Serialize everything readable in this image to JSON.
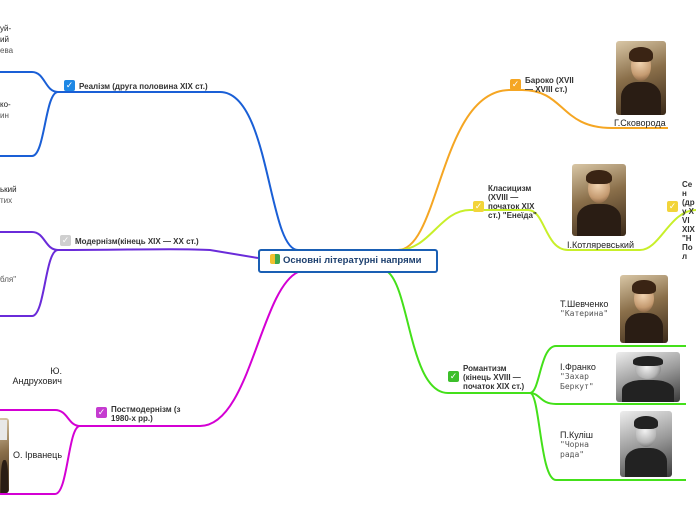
{
  "root": {
    "label": "Основні літературні напрями"
  },
  "branches": {
    "realism": {
      "label": "Реалізм (друга половина XIX ст.)",
      "color": "#1a5fd6"
    },
    "modernism": {
      "label": "Модернізм(кінець XIX — XX ст.)",
      "color": "#6a2bd9"
    },
    "postmodernism": {
      "label": "Постмодернізм (з 1980-х рр.)",
      "color": "#d400d4"
    },
    "baroque": {
      "label": "Бароко (XVII — XVIII ст.)",
      "color": "#f5a623"
    },
    "classicism": {
      "label": "Класицизм (XVIII — початок XIX ст.) \"Енеїда\"",
      "color": "#c8ef2a"
    },
    "romanticism": {
      "label": "Романтизм (кінець XVIII — початок XIX ст.)",
      "color": "#44e01a"
    },
    "sentimentalism": {
      "label": "Сен (дру XVI XIX \"Н Пол",
      "color": "#c8ef2a"
    }
  },
  "authors": {
    "skovoroda": {
      "name": "Г.Сковорода"
    },
    "kotliarevskyi": {
      "name": "І.Котляревський"
    },
    "shevchenko": {
      "name": "Т.Шевченко",
      "work": "\"Катерина\""
    },
    "franko": {
      "name": "І.Франко",
      "work": "\"Захар Беркут\""
    },
    "kulish": {
      "name": "П.Куліш",
      "work": "\"Чорна рада\""
    },
    "andrukhovych": {
      "name": "Ю. Андрухович"
    },
    "irvanets": {
      "name": "О. Ірванець"
    }
  },
  "left_fragments": {
    "a1": "уй-",
    "a2": "ий",
    "a3": "ева",
    "b1": "ко-",
    "b2": "ин",
    "c1": "ький",
    "c2": "тих",
    "d1": "бля\""
  }
}
